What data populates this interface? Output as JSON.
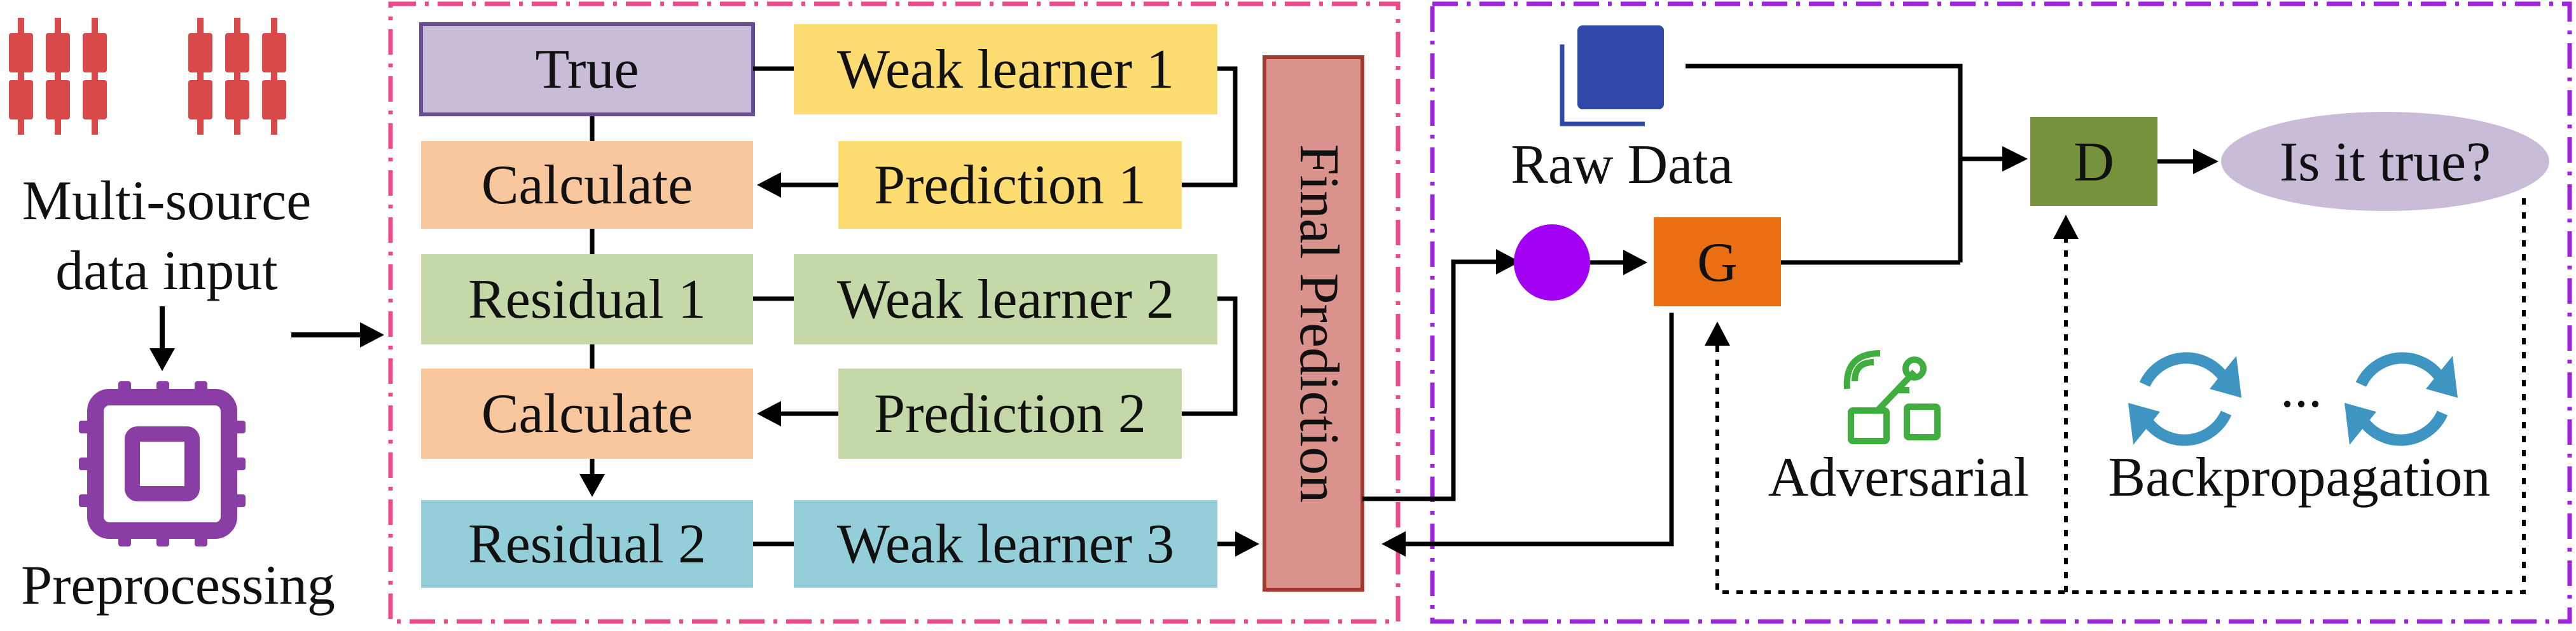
{
  "input": {
    "title_line1": "Multi-source",
    "title_line2": "data input",
    "preprocess_label": "Preprocessing"
  },
  "boosting": {
    "true_label": "True",
    "calculate_1": "Calculate",
    "residual_1": "Residual 1",
    "calculate_2": "Calculate",
    "residual_2": "Residual 2",
    "weak_learner_1": "Weak learner 1",
    "prediction_1": "Prediction 1",
    "weak_learner_2": "Weak learner 2",
    "prediction_2": "Prediction 2",
    "weak_learner_3": "Weak learner 3",
    "final_prediction": "Final Prediction"
  },
  "gan": {
    "raw_data_label": "Raw Data",
    "generator_label": "G",
    "discriminator_label": "D",
    "question_label": "Is it true?",
    "adversarial_label": "Adversarial",
    "backprop_label": "Backpropagation",
    "ellipsis": "..."
  },
  "colors": {
    "true_fill": "#c9bcd9",
    "calculate_fill": "#f8c79e",
    "residual1_fill": "#c5d9a8",
    "residual2_fill": "#94cfd9",
    "weak_yellow": "#fddc72",
    "weak_green": "#c5d9a8",
    "weak_blue": "#94cfd9",
    "final_fill": "#d9928c",
    "final_stroke": "#a5382d",
    "gen_fill": "#ea6f12",
    "disc_fill": "#76923c",
    "question_fill": "#c9bcd9",
    "circle_fill": "#a100f2",
    "raw_data_fill": "#3048a7",
    "left_border": "#e84a8a",
    "right_border": "#9e24d8",
    "cpu_color": "#8a3da5",
    "server_color": "#d84a4a",
    "adversarial_icon": "#3fae3f",
    "backprop_icon": "#3e95c1"
  }
}
